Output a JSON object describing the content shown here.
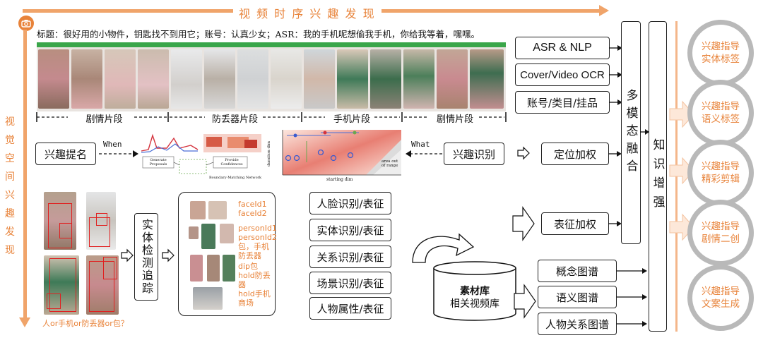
{
  "top_axis": {
    "label": "视 频 时 序 兴 趣 发 现"
  },
  "side_axis": {
    "label": "视觉空间兴趣发现"
  },
  "caption": "标题：很好用的小物件，钥匙找不到用它；账号：认真少女；ASR：我的手机呢想偷我手机，你给我等着，嘿嘿。",
  "segments": [
    "剧情片段",
    "防丢器片段",
    "手机片段",
    "剧情片段"
  ],
  "interest_extract": {
    "label": "兴趣提名",
    "when": "When"
  },
  "interest_recog": {
    "label": "兴趣识别",
    "what": "What"
  },
  "bmn": {
    "proposals": "Generate Proposals",
    "confidence": "Provide Confidences",
    "network": "Boundary-Matching Network",
    "starting": "starting dim",
    "duration": "duration dim",
    "out_range": "area out of range"
  },
  "detect": {
    "label": "实体检测追踪",
    "caption": "人or手机or防丢器or包？"
  },
  "track_labels": {
    "face": "faceId1\nfaceId2",
    "person": "personId1\npersonId2\n包，手机\n防丢器",
    "hold": "dip包\nhold防丢器\nhold手机",
    "scene": "商场"
  },
  "recognitions": [
    "人脸识别/表征",
    "实体识别/表征",
    "关系识别/表征",
    "场景识别/表征",
    "人物属性/表征"
  ],
  "library": {
    "title": "素材库",
    "sub": "相关视频库"
  },
  "modalities": [
    "ASR & NLP",
    "Cover/Video OCR",
    "账号/类目/挂品"
  ],
  "weighting": [
    "定位加权",
    "表征加权"
  ],
  "graphs": [
    "概念图谱",
    "语义图谱",
    "人物关系图谱"
  ],
  "fusion": "多模态融合",
  "knowledge": "知识增强",
  "outputs": [
    "兴趣指导\n实体标签",
    "兴趣指导\n语义标签",
    "兴趣指导\n精彩剪辑",
    "兴趣指导\n剧情二创",
    "兴趣指导\n文案生成"
  ],
  "colors": {
    "accent": "#e8833a",
    "ring": "#b9b9b9",
    "green": "#3aa64a"
  }
}
